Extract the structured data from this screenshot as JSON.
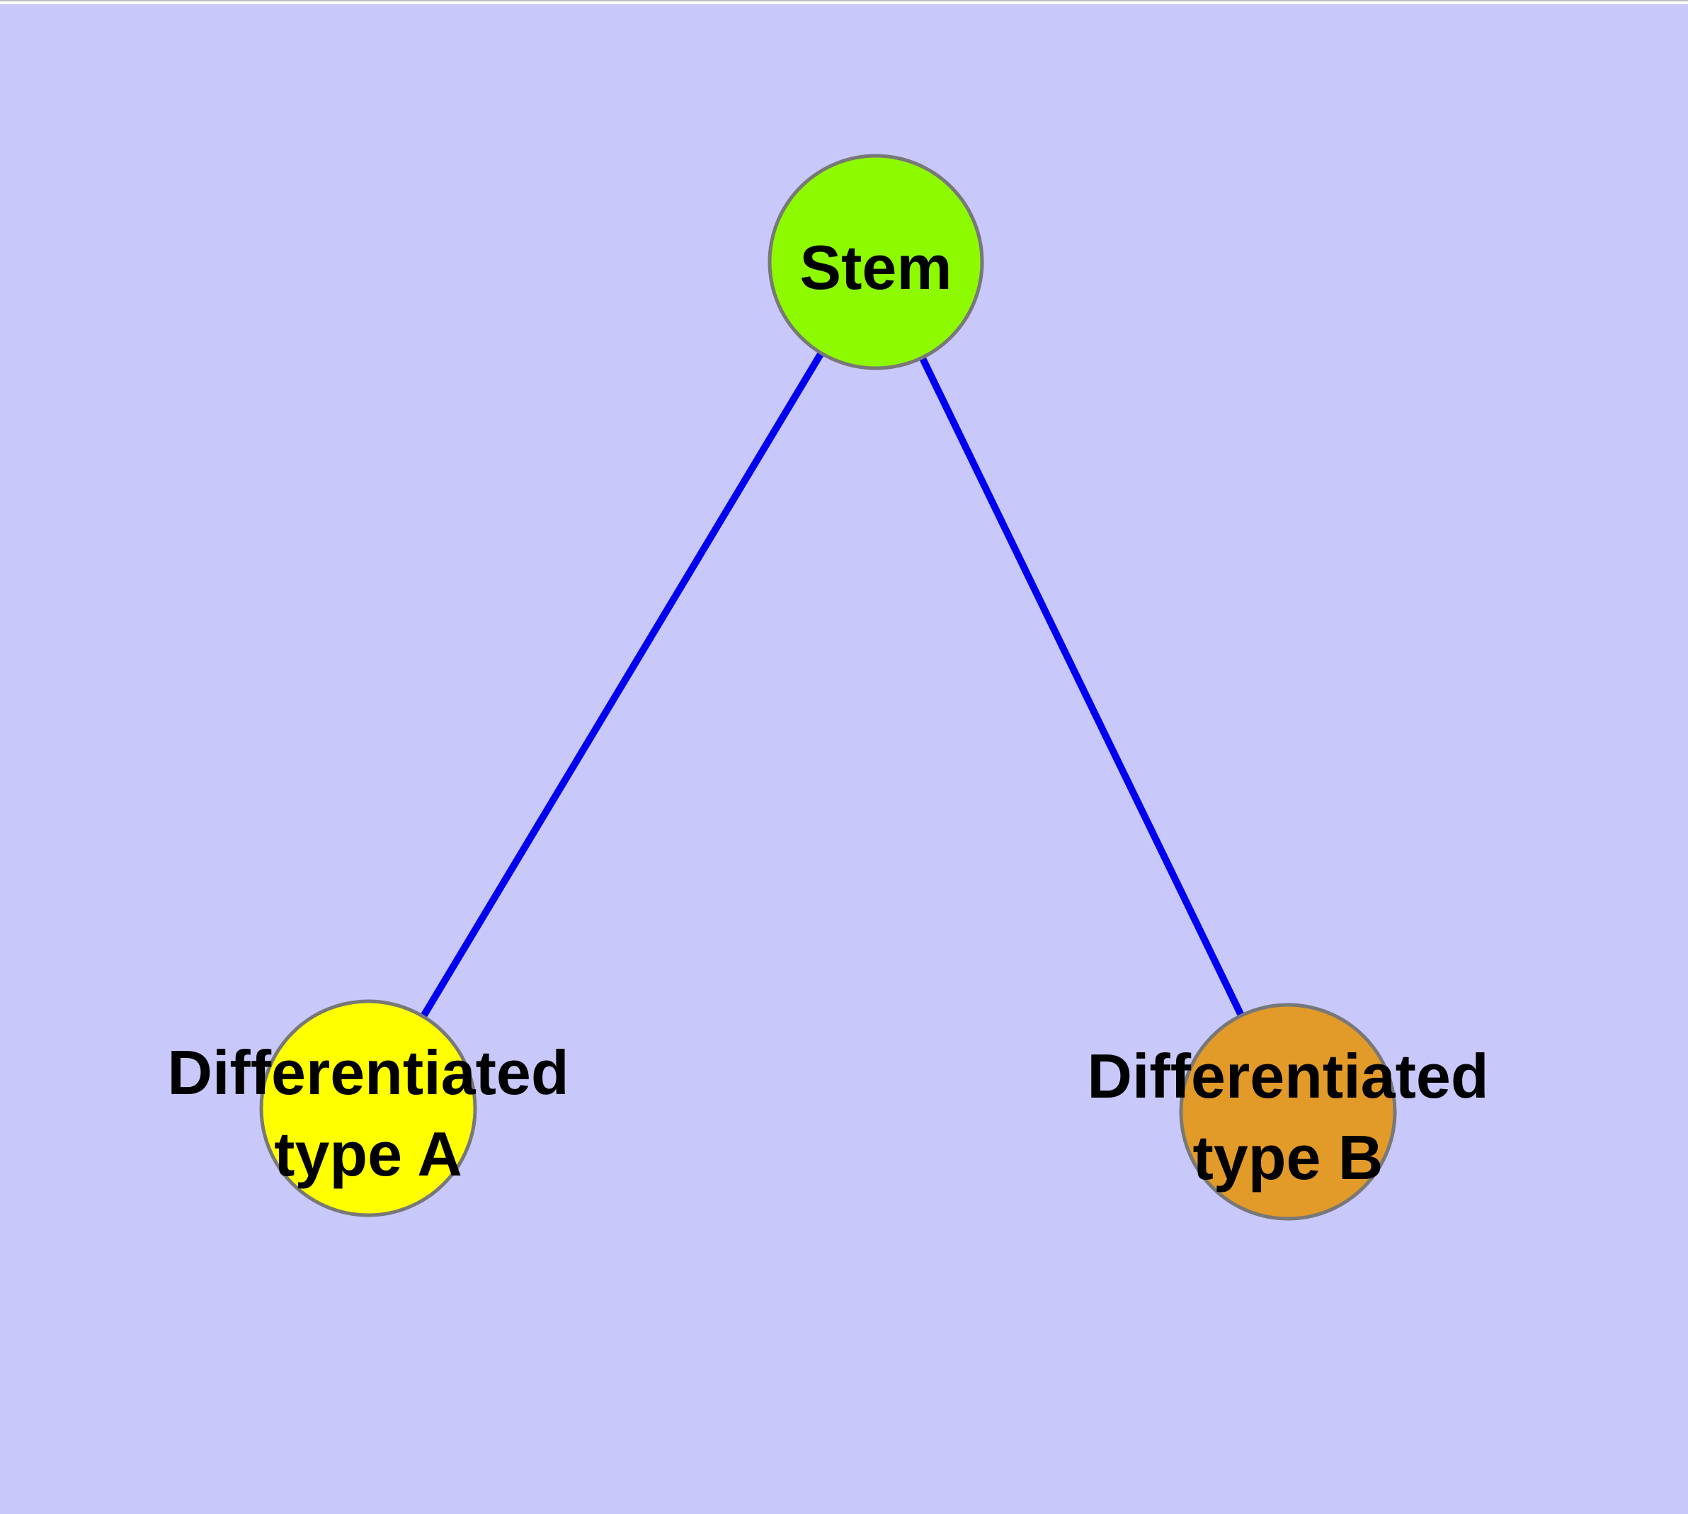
{
  "frame": {
    "top_line_color": "#bdbdbd",
    "strip_color": "#ffffff"
  },
  "diagram": {
    "background_color": "#c8c8fa",
    "node_border_color": "#787878",
    "nodes": [
      {
        "id": "stem",
        "label_lines": [
          "Stem"
        ],
        "fill": "#8dfa00"
      },
      {
        "id": "differentiated-type-a",
        "label_lines": [
          "Differentiated",
          "type A"
        ],
        "fill": "#ffff00"
      },
      {
        "id": "differentiated-type-b",
        "label_lines": [
          "Differentiated",
          "type B"
        ],
        "fill": "#e29a28"
      }
    ],
    "edges": [
      {
        "from": "stem",
        "to": "differentiated-type-a",
        "color": "#0000ee"
      },
      {
        "from": "stem",
        "to": "differentiated-type-b",
        "color": "#0000ee"
      }
    ]
  }
}
